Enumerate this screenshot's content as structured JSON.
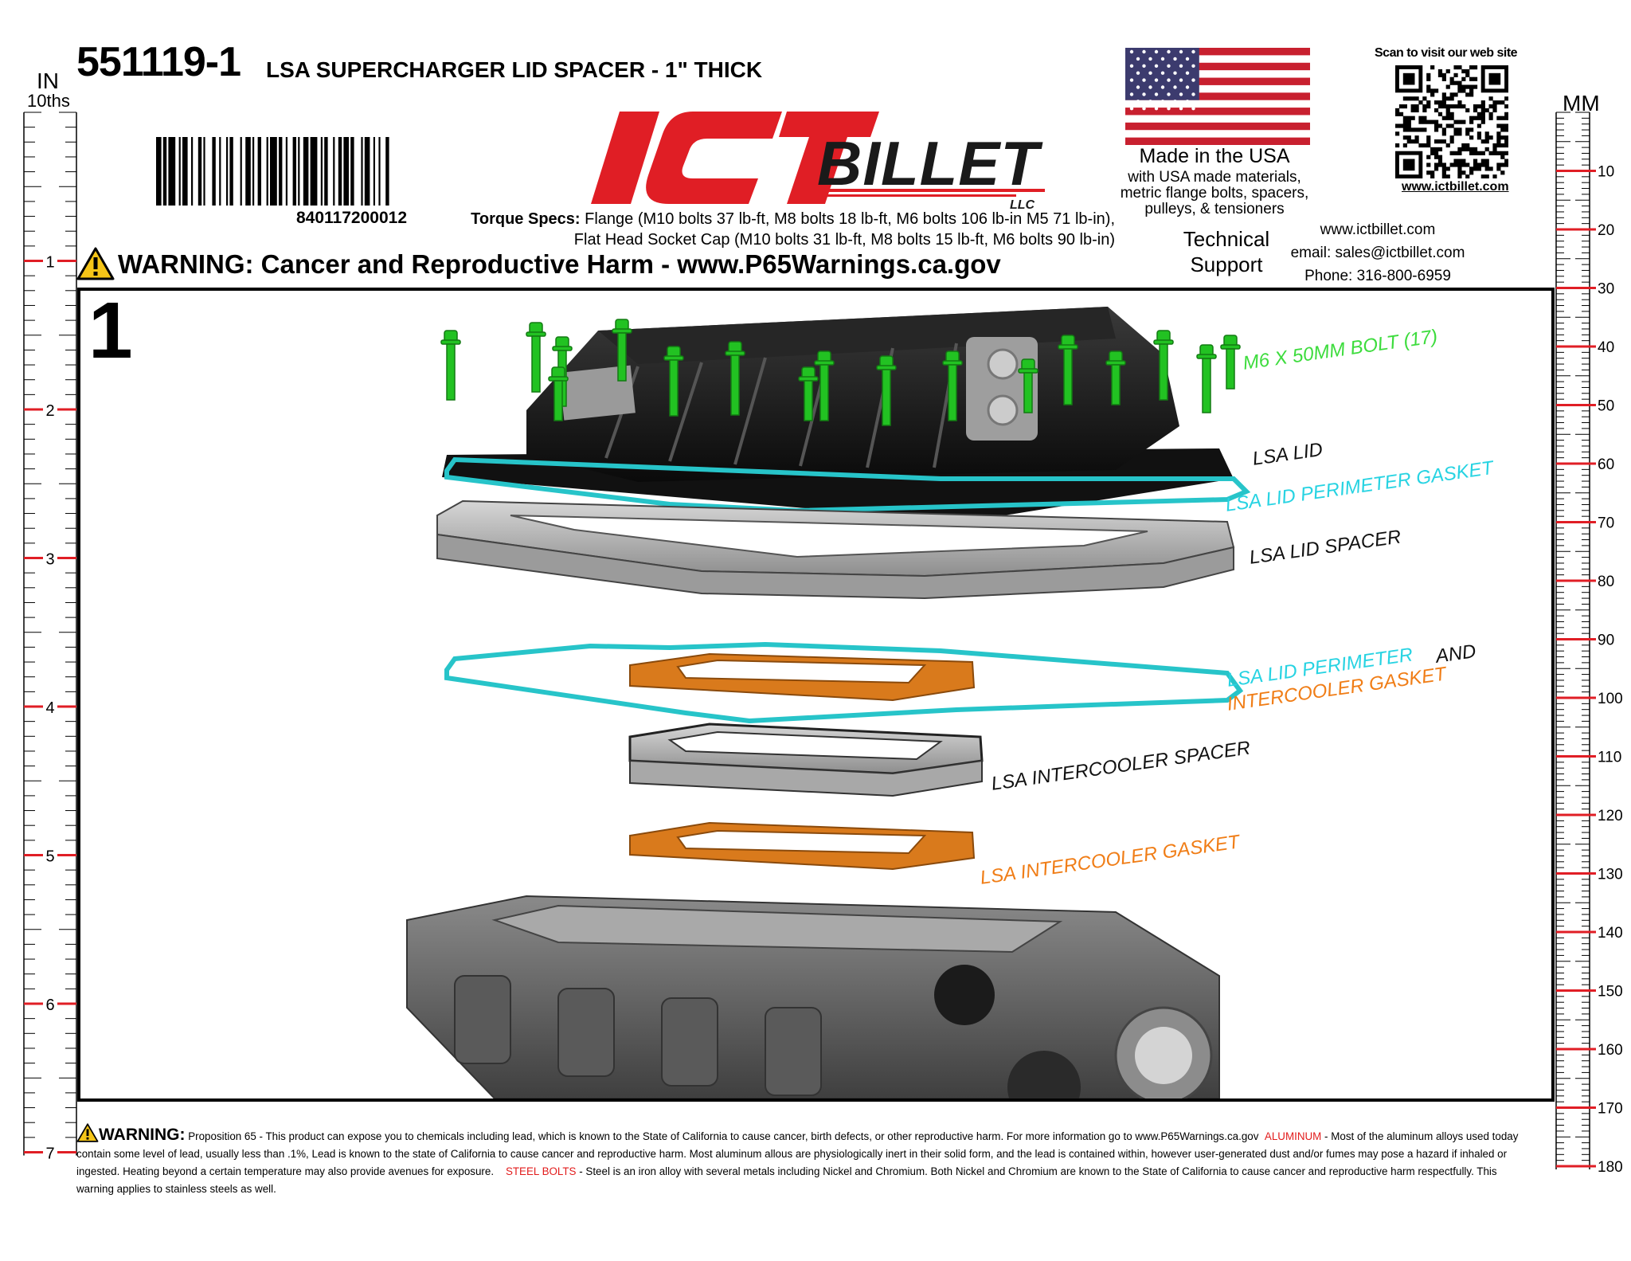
{
  "header": {
    "part_number": "551119-1",
    "description": "LSA SUPERCHARGER LID SPACER - 1\" THICK",
    "unit_in": "IN",
    "unit_tenths": "10ths",
    "unit_mm": "MM",
    "upc": "840117200012",
    "torque_label": "Torque Specs:",
    "torque_line1": " Flange (M10 bolts 37 lb-ft, M8 bolts 18 lb-ft, M6 bolts 106 lb-in M5 71 lb-in),",
    "torque_line2": "Flat Head Socket Cap (M10 bolts 31 lb-ft, M8 bolts 15 lb-ft, M6 bolts 90 lb-in)",
    "warning_title": "WARNING: Cancer and Reproductive Harm - www.P65Warnings.ca.gov"
  },
  "brand": {
    "logo_text_ict": "ICT",
    "logo_text_billet": "BILLET",
    "logo_text_llc": "LLC",
    "red": "#e01e25"
  },
  "usa": {
    "made_in": "Made in the USA",
    "line1": "with USA made materials,",
    "line2": "metric flange bolts, spacers,",
    "line3": "pulleys, & tensioners"
  },
  "qr": {
    "scan_text": "Scan to visit our web site",
    "url": "www.ictbillet.com"
  },
  "support": {
    "title_line1": "Technical",
    "title_line2": "Support",
    "website": "www.ictbillet.com",
    "email": "email: sales@ictbillet.com",
    "phone": "Phone: 316-800-6959"
  },
  "diagram": {
    "step": "1",
    "labels": {
      "bolt": "M6 X 50MM BOLT (17)",
      "lid": "LSA LID",
      "lid_gasket": "LSA LID PERIMETER GASKET",
      "lid_spacer": "LSA LID SPACER",
      "perim_and_ic_1": "LSA LID PERIMETER",
      "perim_and_ic_and": "AND",
      "perim_and_ic_2": "INTERCOOLER GASKET",
      "ic_spacer": "LSA INTERCOOLER SPACER",
      "ic_gasket": "LSA INTERCOOLER GASKET"
    },
    "colors": {
      "bolt": "#22c222",
      "gasket_cyan": "#27c4c9",
      "gasket_orange": "#d97a1c",
      "aluminum": "#b9b9b9",
      "lid": "#141414"
    }
  },
  "ruler": {
    "inch_labels": [
      "1",
      "2",
      "3",
      "4",
      "5",
      "6",
      "7"
    ],
    "mm_labels": [
      "10",
      "20",
      "30",
      "40",
      "50",
      "60",
      "70",
      "80",
      "90",
      "100",
      "110",
      "120",
      "130",
      "140",
      "150",
      "160",
      "170",
      "180"
    ],
    "tick_color": "#e01e25"
  },
  "footer": {
    "warning_label": "WARNING:",
    "text_1": " Proposition 65 - This product can expose you to chemicals including lead, which is known to the State of California to cause cancer, birth defects, or other reproductive harm. For more information go to www.P65Warnings.ca.gov",
    "aluminum_label": "ALUMINUM",
    "text_2": " - Most of the aluminum alloys used today contain some level of lead, usually less than .1%, Lead is known to the state of California to cause cancer and reproductive harm. Most aluminum allous are physiologically inert in their solid form, and the lead is contained within, however user-generated dust and/or fumes may pose a hazard if inhaled or ingested. Heating beyond a certain temperature may also provide avenues for exposure.",
    "steel_label": "STEEL BOLTS",
    "text_3": " - Steel is an iron alloy with several metals including Nickel and Chromium. Both Nickel and Chromium are known to the State of California to cause cancer and reproductive harm respectfully. This warning applies to stainless steels as well."
  }
}
